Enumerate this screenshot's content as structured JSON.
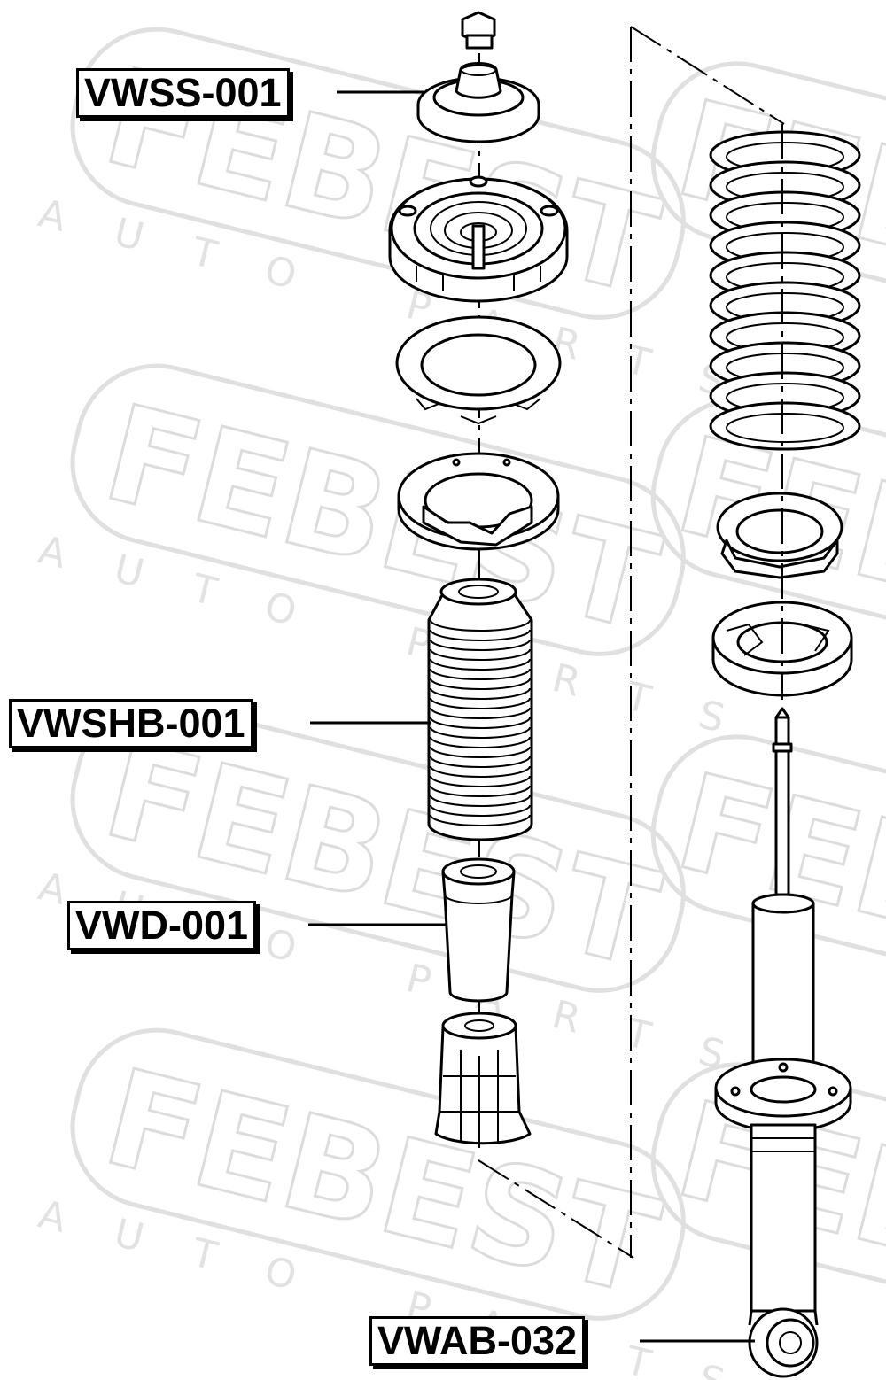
{
  "watermark": {
    "brand": "FEBEST",
    "sub": "AUTO PARTS"
  },
  "labels": {
    "top_mount": "VWSS-001",
    "boot": "VWSHB-001",
    "bump_stop": "VWD-001",
    "lower_bushing": "VWAB-032"
  }
}
